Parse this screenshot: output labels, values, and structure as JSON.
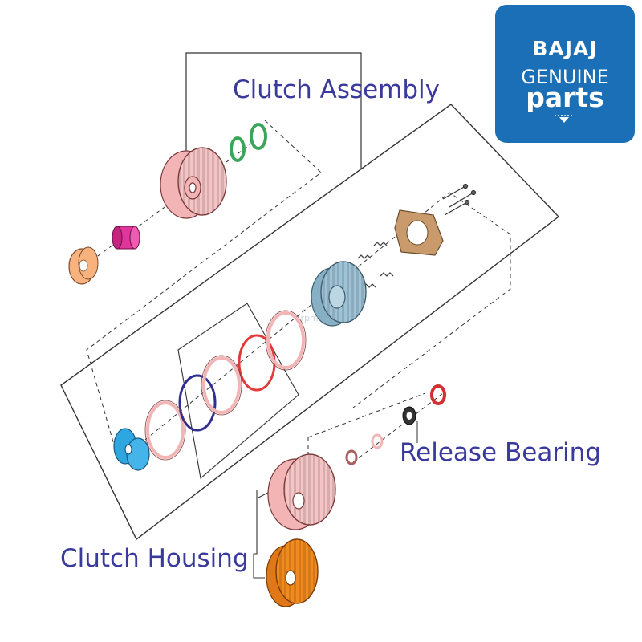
{
  "labels": {
    "clutch_assembly": "Clutch Assembly",
    "release_bearing": "Release Bearing",
    "clutch_housing": "Clutch Housing"
  },
  "logo": {
    "brand": "BAJAJ",
    "line1": "GENUINE",
    "line2": "parts"
  },
  "watermark": "·rpm",
  "colors": {
    "label_text": "#3a3a9c",
    "logo_background": "#1a6fb6",
    "line": "#333333",
    "pink_part": "#f2b4b4",
    "green_ring": "#3aa65a",
    "magenta_spacer": "#e0359a",
    "orange_washer": "#f7b27e",
    "blue_hub": "#9fc3d6",
    "cyan_hub": "#2ea6e0",
    "spring_plate": "#c99a6b",
    "red_plate": "#e23a3a",
    "navy_plate": "#2f2f8f",
    "gear_orange": "#f08a1e"
  }
}
